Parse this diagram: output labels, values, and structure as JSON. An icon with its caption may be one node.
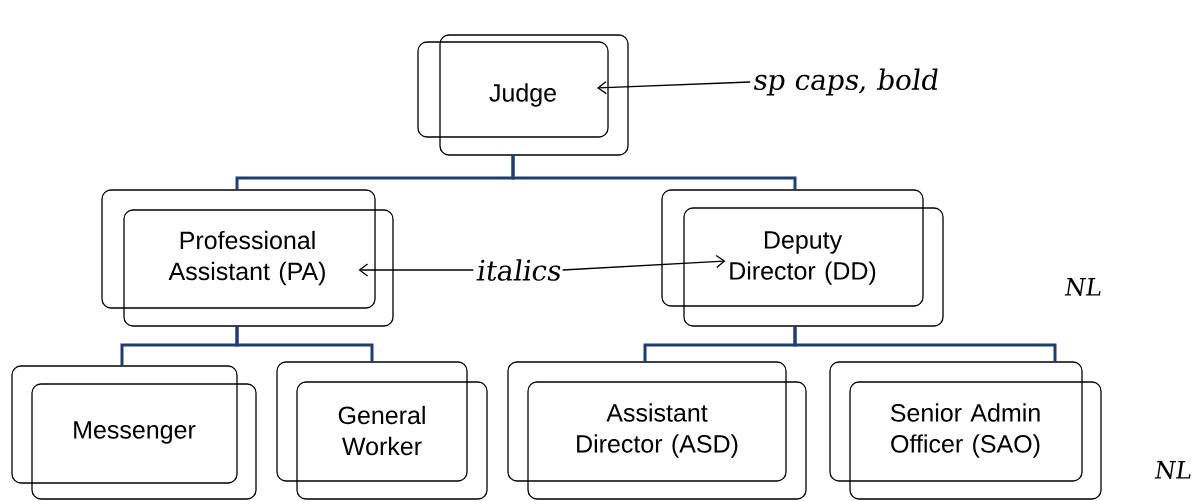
{
  "diagram": {
    "nodes": [
      {
        "text": [
          "Judge"
        ]
      },
      {
        "text": [
          "Professional Assistant (PA)"
        ]
      },
      {
        "text": [
          "Deputy Director (DD)"
        ]
      },
      {
        "text": [
          "Messenger"
        ]
      },
      {
        "text": [
          "General Worker"
        ]
      },
      {
        "text": [
          "Assistant Director (ASD)"
        ]
      },
      {
        "text": [
          "Senior Admin Officer (SAO)"
        ]
      },
      {
        "text": [
          "sp caps, bold"
        ]
      },
      {
        "text": [
          "italics"
        ]
      }
    ],
    "edges": [
      {
        "from": 0,
        "to": 1,
        "arrow": "none"
      },
      {
        "from": 0,
        "to": 2,
        "arrow": "none"
      },
      {
        "from": 1,
        "to": 3,
        "arrow": "none"
      },
      {
        "from": 1,
        "to": 4,
        "arrow": "none"
      },
      {
        "from": 2,
        "to": 5,
        "arrow": "none"
      },
      {
        "from": 2,
        "to": 6,
        "arrow": "none"
      },
      {
        "from": 7,
        "to": 0,
        "arrow": "to",
        "color": "#000000"
      },
      {
        "from": 8,
        "to": 1,
        "arrow": "to",
        "color": "#000000"
      },
      {
        "from": 8,
        "to": 2,
        "arrow": "to",
        "color": "#000000"
      }
    ],
    "labels": [
      "NL",
      "NL"
    ]
  }
}
